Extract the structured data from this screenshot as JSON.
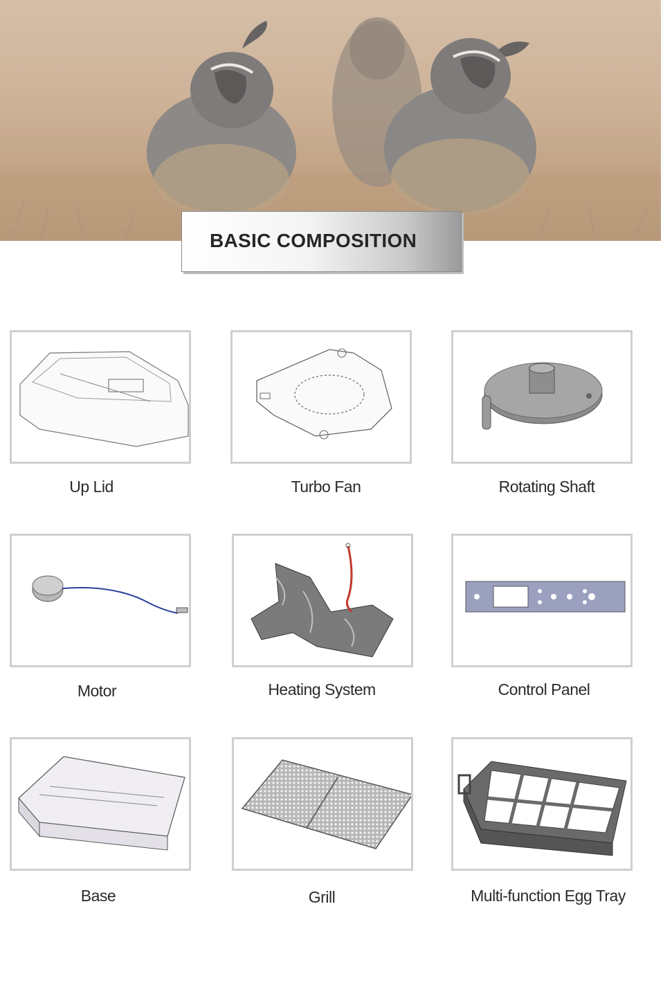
{
  "banner": {
    "title": "BASIC COMPOSITION"
  },
  "components": [
    {
      "label": "Up Lid"
    },
    {
      "label": "Turbo Fan"
    },
    {
      "label": "Rotating Shaft"
    },
    {
      "label": "Motor"
    },
    {
      "label": "Heating System"
    },
    {
      "label": "Control Panel"
    },
    {
      "label": "Base"
    },
    {
      "label": "Grill"
    },
    {
      "label": "Multi-function Egg Tray"
    }
  ]
}
